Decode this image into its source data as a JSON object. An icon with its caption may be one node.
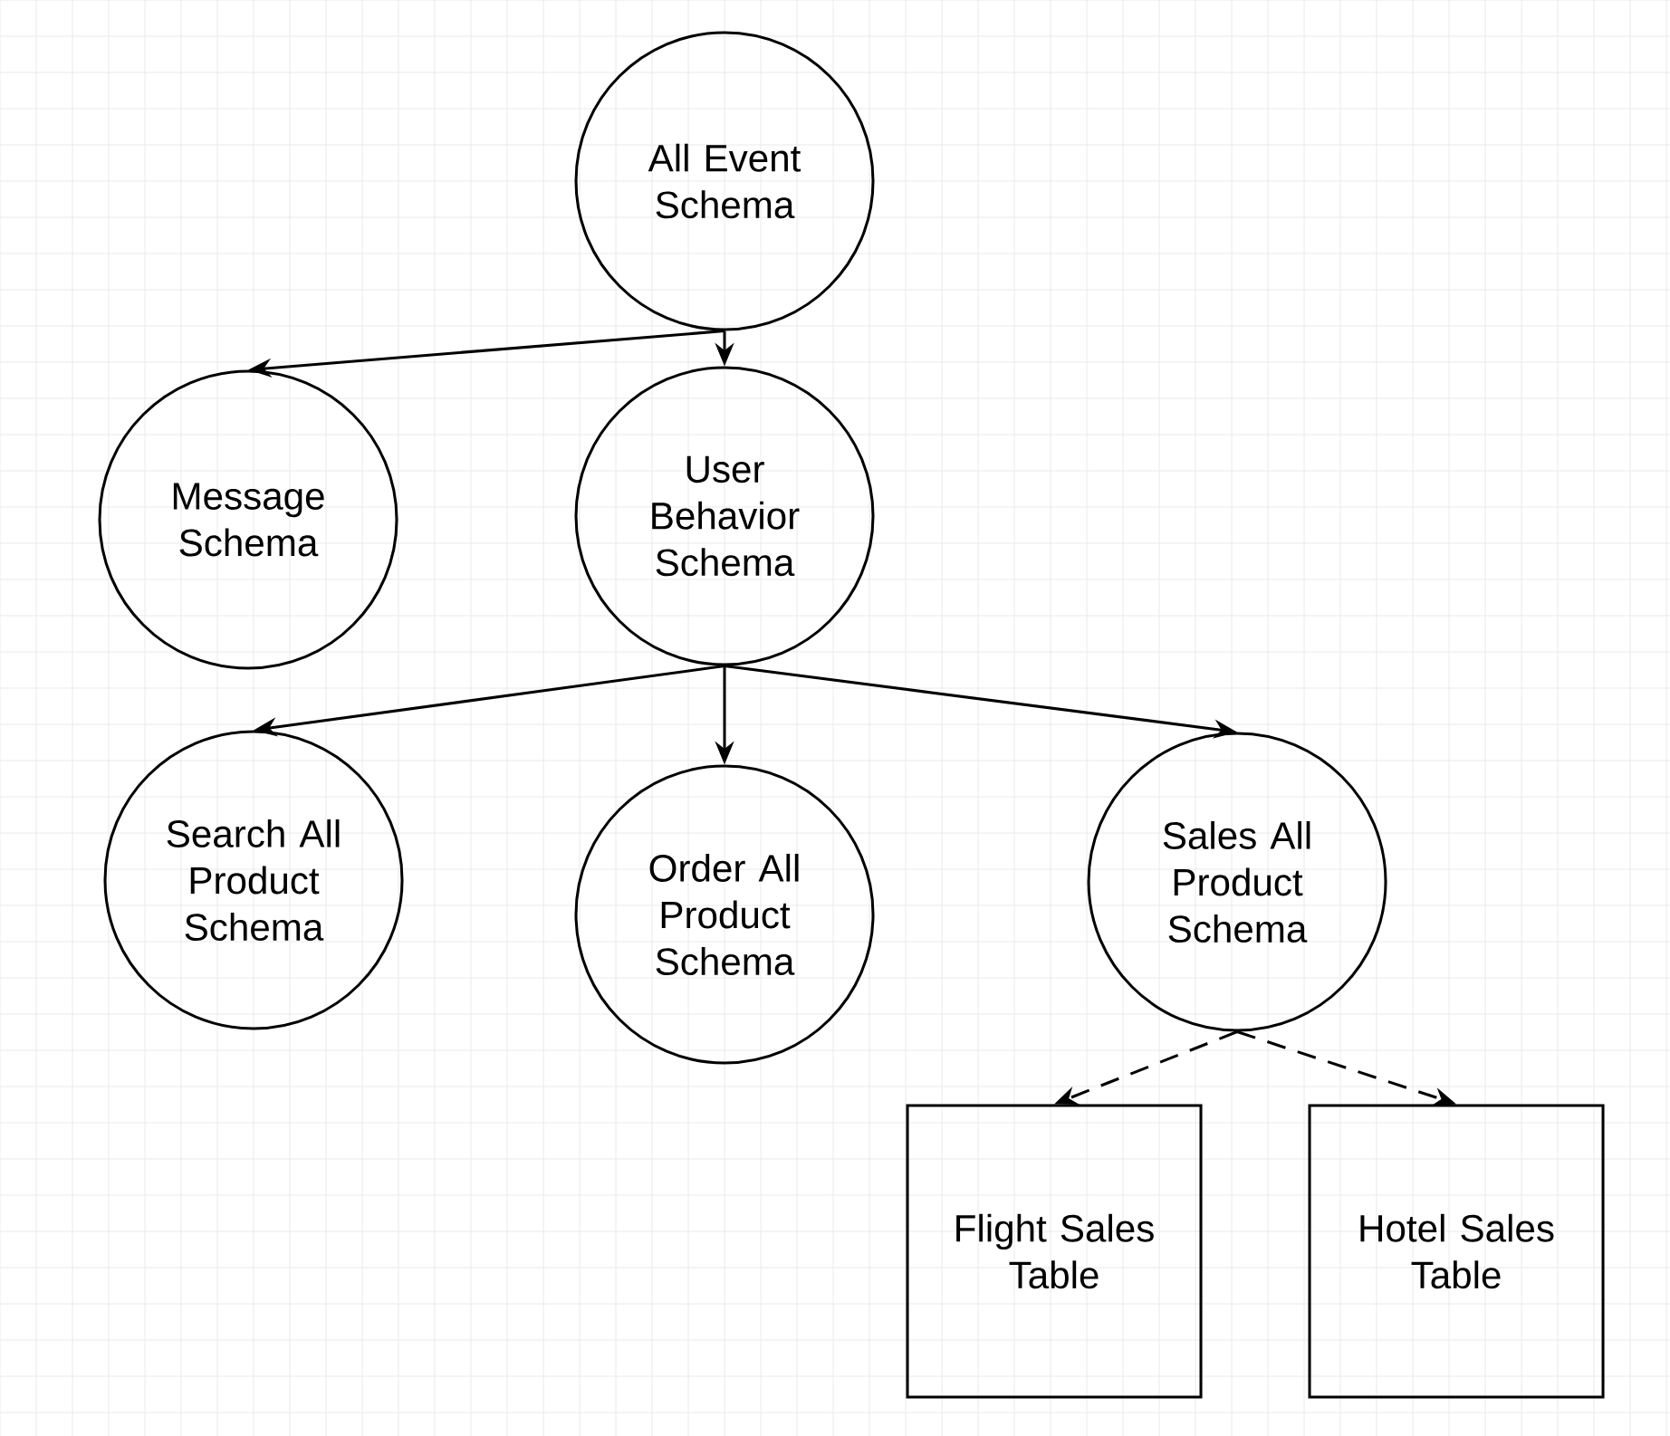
{
  "diagram": {
    "nodes": [
      {
        "text": [
          "All Event Schema"
        ]
      },
      {
        "text": [
          "Message Schema"
        ]
      },
      {
        "text": [
          "User Behavior Schema"
        ]
      },
      {
        "text": [
          "Search All Product Schema"
        ]
      },
      {
        "text": [
          "Order All Product Schema"
        ]
      },
      {
        "text": [
          "Sales All Product Schema"
        ]
      },
      {
        "text": [
          "Flight Sales Table"
        ]
      },
      {
        "text": [
          "Hotel Sales Table"
        ]
      }
    ],
    "edges": [
      {
        "from": 0,
        "to": 1,
        "arrow": "to"
      },
      {
        "from": 0,
        "to": 2,
        "arrow": "to"
      },
      {
        "from": 2,
        "to": 3,
        "arrow": "to"
      },
      {
        "from": 2,
        "to": 4,
        "arrow": "to"
      },
      {
        "from": 2,
        "to": 5,
        "arrow": "to"
      },
      {
        "from": 5,
        "to": 6,
        "arrow": "to",
        "style": "dashed"
      },
      {
        "from": 5,
        "to": 7,
        "arrow": "to",
        "style": "dashed"
      }
    ]
  }
}
